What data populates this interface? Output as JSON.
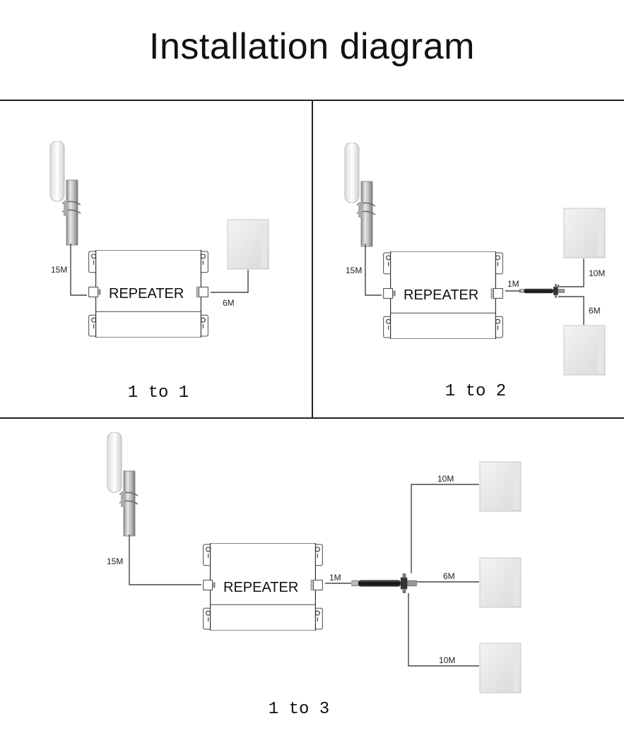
{
  "title": "Installation diagram",
  "repeater_label": "REPEATER",
  "panels": {
    "one_to_one": {
      "caption": "1 to 1",
      "cable_outdoor": "15M",
      "cable_indoor": "6M"
    },
    "one_to_two": {
      "caption": "1 to 2",
      "cable_outdoor": "15M",
      "cable_splitter": "1M",
      "cable_top": "10M",
      "cable_bottom": "6M"
    },
    "one_to_three": {
      "caption": "1 to 3",
      "cable_outdoor": "15M",
      "cable_splitter": "1M",
      "cable_top": "10M",
      "cable_mid": "6M",
      "cable_bottom": "10M"
    }
  }
}
